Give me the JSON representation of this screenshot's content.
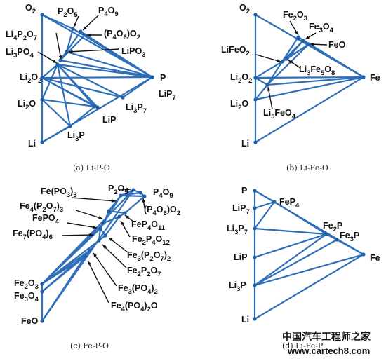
{
  "colors": {
    "line": "#2f6fba",
    "node": "#1f5fa8",
    "text": "#111111"
  },
  "panels": [
    {
      "id": "a",
      "caption": "(a) Li-P-O",
      "labels": [
        "O2",
        "P2O5",
        "P4O9",
        "(P4O6)O2",
        "Li4P2O7",
        "Li3PO4",
        "LiPO3",
        "Li2O2",
        "P",
        "LiP7",
        "Li2O",
        "Li3P7",
        "LiP",
        "Li3P",
        "Li"
      ]
    },
    {
      "id": "b",
      "caption": "(b) Li-Fe-O",
      "labels": [
        "O2",
        "Fe2O3",
        "Fe3O4",
        "FeO",
        "LiFeO2",
        "Li3Fe5O8",
        "Li2O2",
        "Fe",
        "Li2O",
        "Li5FeO4",
        "Li"
      ]
    },
    {
      "id": "c",
      "caption": "(c) Fe-P-O",
      "labels": [
        "Fe(PO3)3",
        "P2O5",
        "P4O9",
        "Fe4(P2O7)3",
        "(P4O6)O2",
        "FePO4",
        "FeP4O11",
        "Fe7(PO4)6",
        "Fe2P4O12",
        "Fe3(P2O7)2",
        "Fe2P2O7",
        "Fe2O3",
        "Fe3(PO4)2",
        "Fe3O4",
        "Fe4(PO4)2O",
        "FeO"
      ]
    },
    {
      "id": "d",
      "caption": "(d) Li-Fe-P",
      "labels": [
        "P",
        "FeP4",
        "LiP7",
        "Li3P7",
        "Fe2P",
        "Fe3P",
        "LiP",
        "Fe",
        "Li3P",
        "Li"
      ]
    }
  ],
  "watermark": {
    "cn": "中国汽车工程师之家",
    "url": "www.cartech8.com"
  }
}
